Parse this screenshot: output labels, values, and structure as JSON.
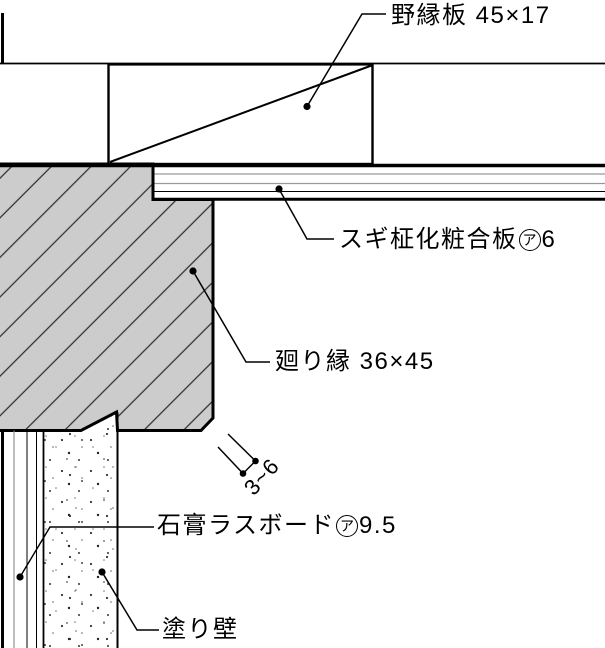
{
  "colors": {
    "background": "#ffffff",
    "line": "#000000",
    "molding_fill": "#cccccc",
    "hatch_line": "#2e2e2e",
    "veneer_line": "#999999"
  },
  "labels": {
    "ceiling_furring_board": "野縁板 45×17",
    "cedar_plywood": "スギ柾化粧合板",
    "cedar_plywood_thickness": "6",
    "thickness_symbol": "ア",
    "crown_molding": "廻り縁 36×45",
    "gypsum_lath_board": "石膏ラスボード",
    "gypsum_lath_thickness": "9.5",
    "plaster_wall": "塗り壁",
    "plaster_tuck_dimension": "3~6"
  }
}
